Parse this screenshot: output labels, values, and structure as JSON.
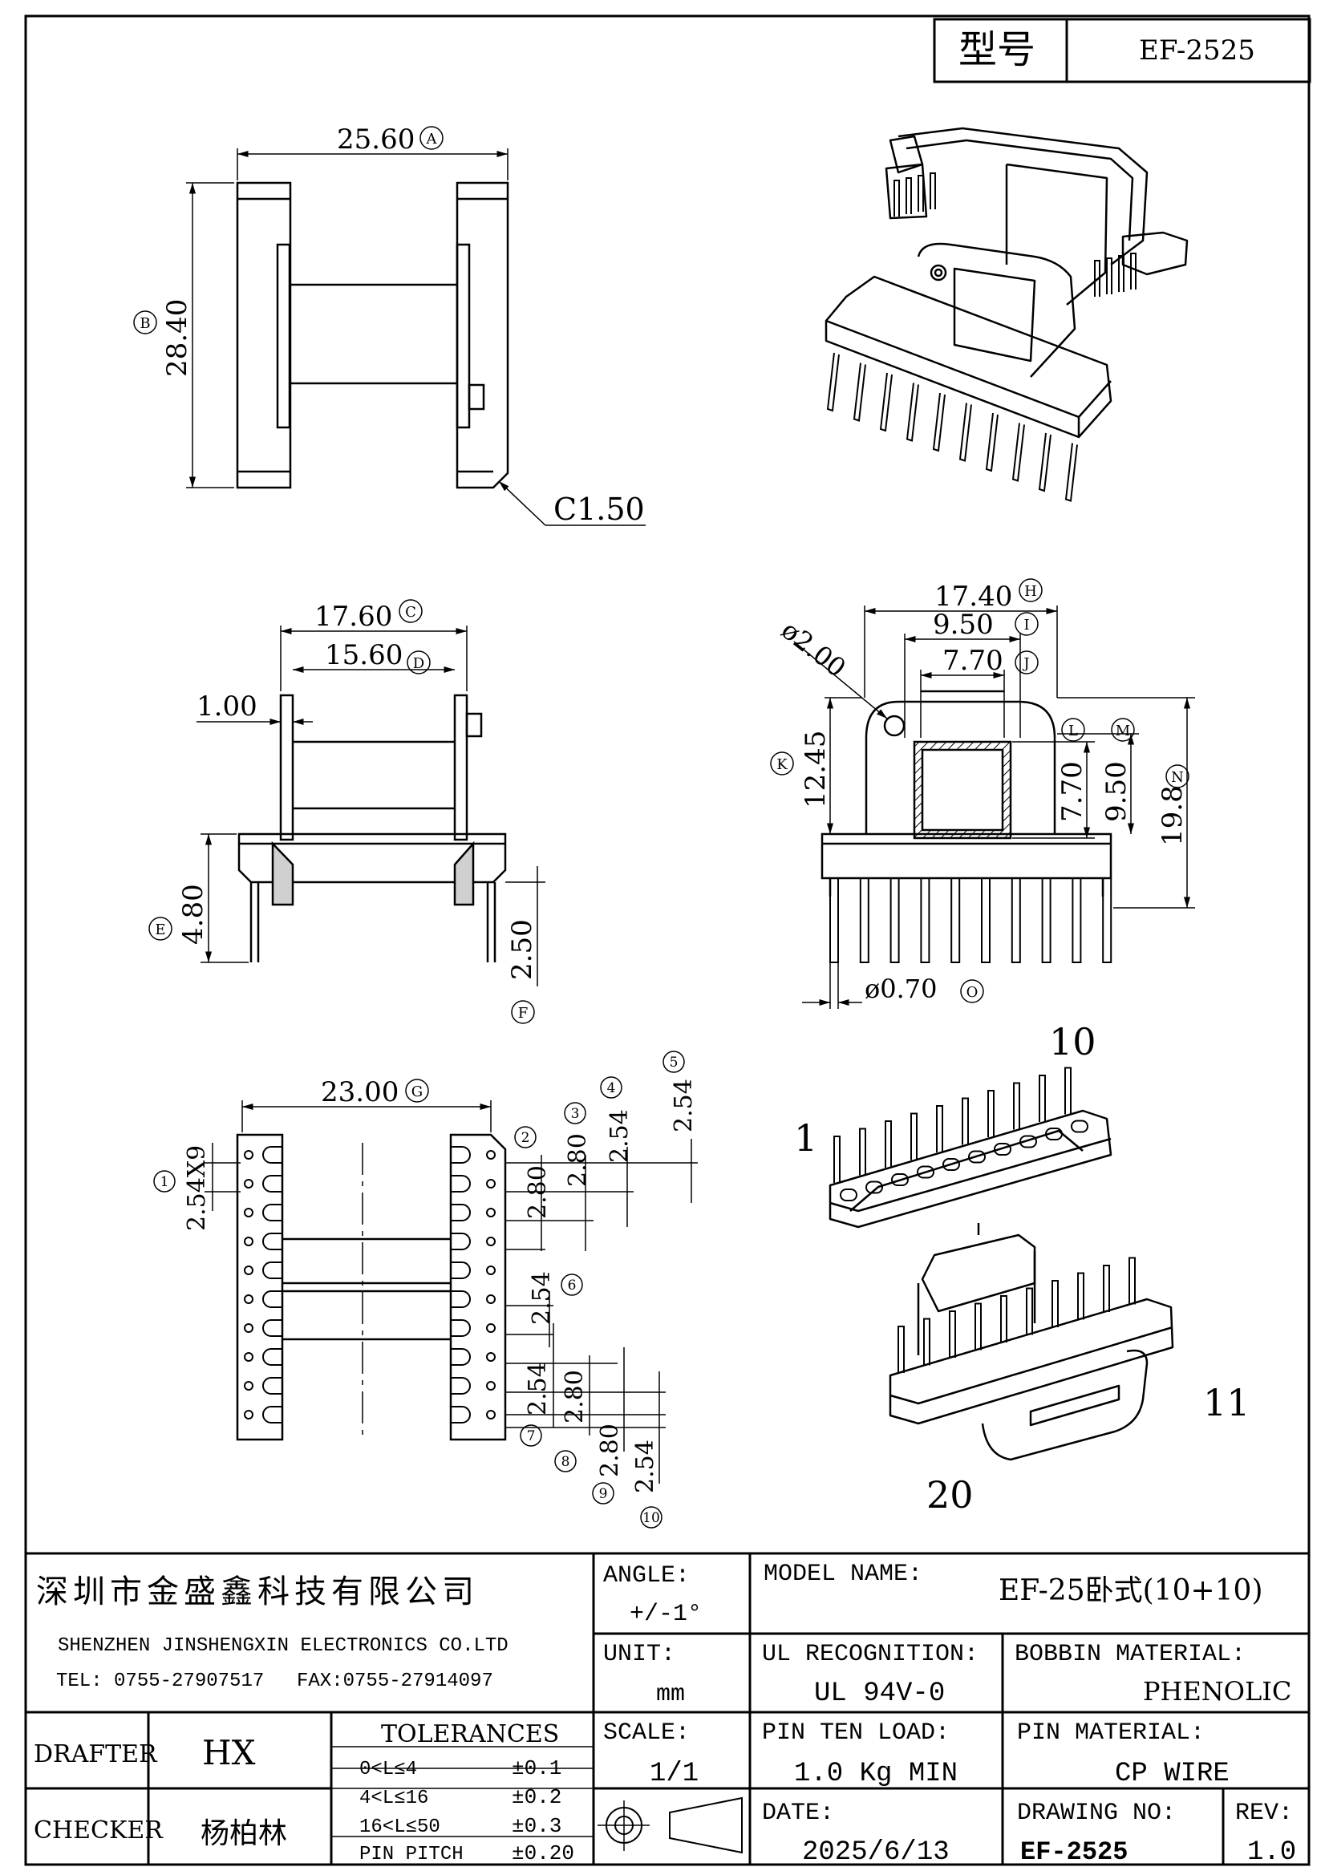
{
  "header": {
    "model_label": "型号",
    "model_value": "EF-2525"
  },
  "dims": {
    "A": "25.60",
    "A_tag": "A",
    "B": "28.40",
    "B_tag": "B",
    "chamfer": "C1.50",
    "C": "17.60",
    "C_tag": "C",
    "D": "15.60",
    "D_tag": "D",
    "wall": "1.00",
    "E": "4.80",
    "E_tag": "E",
    "F": "2.50",
    "F_tag": "F",
    "H": "17.40",
    "H_tag": "H",
    "I": "9.50",
    "I_tag": "I",
    "J": "7.70",
    "J_tag": "J",
    "hole": "ø2.00",
    "K": "12.45",
    "K_tag": "K",
    "L": "7.70",
    "L_tag": "L",
    "M": "9.50",
    "M_tag": "M",
    "N": "19.8",
    "N_tag": "N",
    "O": "ø0.70",
    "O_tag": "O",
    "G": "23.00",
    "G_tag": "G",
    "p1": "2.54X9",
    "p1_tag": "1",
    "p2_tag": "2",
    "p3": "2.80",
    "p3_tag": "3",
    "p4": "2.54",
    "p4_tag": "4",
    "p5": "2.54",
    "p5_tag": "5",
    "p2": "2.80",
    "p6": "2.54",
    "p6_tag": "6",
    "p7": "2.54",
    "p7_tag": "7",
    "p8": "2.80",
    "p8_tag": "8",
    "p9": "2.80",
    "p9_tag": "9",
    "p10": "2.54",
    "p10_tag": "10"
  },
  "pin_labels": {
    "top_right": "10",
    "top_left": "1",
    "bottom_right": "11",
    "bottom_left": "20"
  },
  "title_block": {
    "company_cn": "深圳市金盛鑫科技有限公司",
    "company_en": "SHENZHEN JINSHENGXIN ELECTRONICS   CO.LTD",
    "tel": "TEL: 0755-27907517",
    "fax": "FAX:0755-27914097",
    "angle_label": "ANGLE:",
    "angle_value": "+/-1°",
    "model_name_label": "MODEL NAME:",
    "model_name_value": "EF-25卧式(10+10)",
    "unit_label": "UNIT:",
    "unit_value": "mm",
    "ul_label": "UL RECOGNITION:",
    "ul_value": "UL 94V-0",
    "bobbin_label": "BOBBIN MATERIAL:",
    "bobbin_value": "PHENOLIC",
    "drafter_label": "DRAFTER",
    "drafter_value": "HX",
    "tolerances_label": "TOLERANCES",
    "tolerances": [
      {
        "range": "0<L≤4",
        "value": "±0.1"
      },
      {
        "range": "4<L≤16",
        "value": "±0.2"
      },
      {
        "range": "16<L≤50",
        "value": "±0.3"
      },
      {
        "range": "PIN PITCH",
        "value": "±0.20"
      }
    ],
    "scale_label": "SCALE:",
    "scale_value": "1/1",
    "pin_load_label": "PIN TEN LOAD:",
    "pin_load_value": "1.0 Kg MIN",
    "pin_material_label": "PIN MATERIAL:",
    "pin_material_value": "CP WIRE",
    "checker_label": "CHECKER",
    "checker_value": "杨柏林",
    "date_label": "DATE:",
    "date_value": "2025/6/13",
    "drawing_no_label": "DRAWING NO:",
    "drawing_no_value": "EF-2525",
    "rev_label": "REV:",
    "rev_value": "1.0"
  }
}
